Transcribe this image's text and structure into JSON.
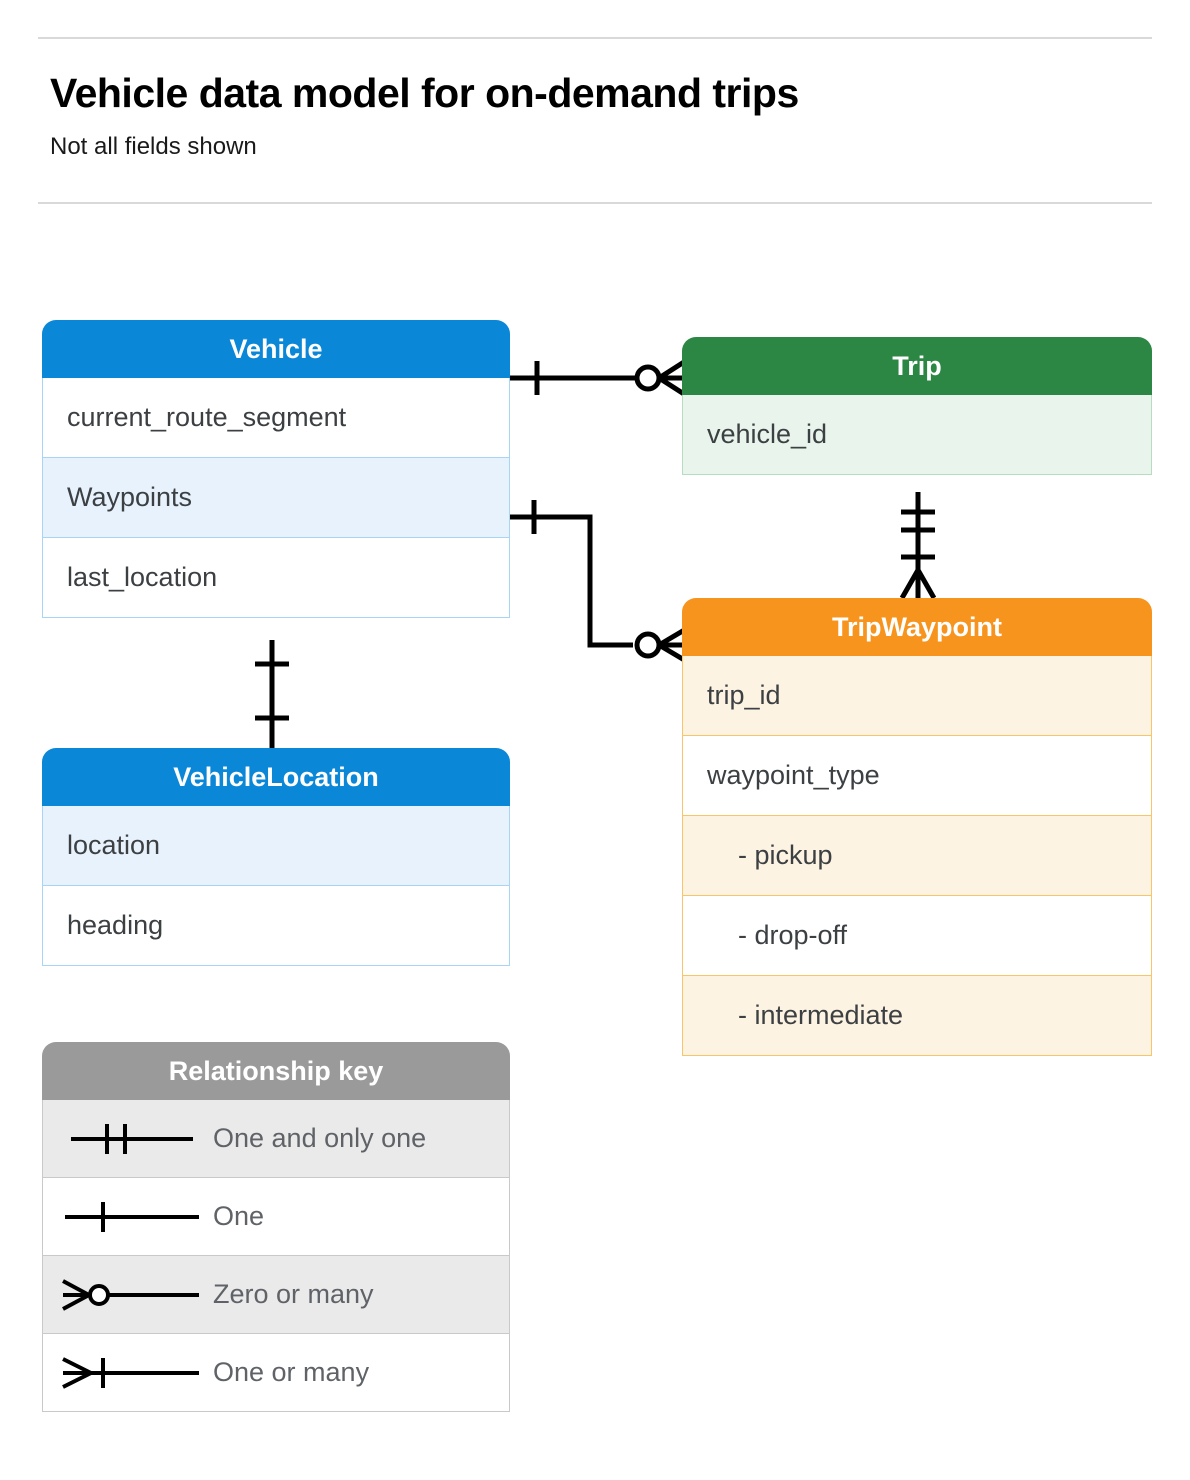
{
  "header": {
    "title": "Vehicle data model for on-demand trips",
    "subtitle": "Not all fields shown"
  },
  "colors": {
    "blue": "#0b87d8",
    "blue_row_shade": "#e8f2fd",
    "blue_border": "#a8d4f5",
    "green": "#2c8644",
    "green_row_shade": "#e9f4ec",
    "green_border": "#b5ddc0",
    "orange": "#f7941e",
    "orange_row_shade": "#fdf3e2",
    "orange_border": "#f9c56a",
    "gray": "#9a9a9a",
    "gray_row_shade": "#eaeaea",
    "line": "#000000"
  },
  "entities": [
    {
      "id": "vehicle",
      "title": "Vehicle",
      "color": "blue",
      "fields": [
        {
          "label": "current_route_segment",
          "shaded": false,
          "nested": false
        },
        {
          "label": "Waypoints",
          "shaded": true,
          "nested": false
        },
        {
          "label": "last_location",
          "shaded": false,
          "nested": false
        }
      ]
    },
    {
      "id": "vehiclelocation",
      "title": "VehicleLocation",
      "color": "blue",
      "fields": [
        {
          "label": "location",
          "shaded": true,
          "nested": false
        },
        {
          "label": "heading",
          "shaded": false,
          "nested": false
        }
      ]
    },
    {
      "id": "trip",
      "title": "Trip",
      "color": "green",
      "fields": [
        {
          "label": "vehicle_id",
          "shaded": true,
          "nested": false
        }
      ]
    },
    {
      "id": "tripwaypoint",
      "title": "TripWaypoint",
      "color": "orange",
      "fields": [
        {
          "label": "trip_id",
          "shaded": true,
          "nested": false
        },
        {
          "label": "waypoint_type",
          "shaded": false,
          "nested": false
        },
        {
          "label": "-  pickup",
          "shaded": true,
          "nested": true
        },
        {
          "label": "-  drop-off",
          "shaded": false,
          "nested": true
        },
        {
          "label": "-  intermediate",
          "shaded": true,
          "nested": true
        }
      ]
    }
  ],
  "legend": {
    "title": "Relationship key",
    "rows": [
      {
        "label": "One and only one",
        "symbol": "one-and-only-one",
        "shaded": true
      },
      {
        "label": "One",
        "symbol": "one",
        "shaded": false
      },
      {
        "label": "Zero or many",
        "symbol": "zero-or-many",
        "shaded": true
      },
      {
        "label": "One or many",
        "symbol": "one-or-many",
        "shaded": false
      }
    ]
  },
  "relationships": [
    {
      "id": "vehicle-to-trip",
      "from": "Vehicle",
      "to": "Trip",
      "from_cardinality": "One",
      "to_cardinality": "Zero or many"
    },
    {
      "id": "vehicle-waypoints-to-tripwaypoint",
      "from": "Vehicle.Waypoints",
      "to": "TripWaypoint",
      "from_cardinality": "One",
      "to_cardinality": "Zero or many"
    },
    {
      "id": "trip-to-tripwaypoint",
      "from": "Trip",
      "to": "TripWaypoint",
      "from_cardinality": "One and only one",
      "to_cardinality": "One or many"
    },
    {
      "id": "vehicle-to-vehiclelocation",
      "from": "Vehicle",
      "to": "VehicleLocation",
      "from_cardinality": "One",
      "to_cardinality": "One"
    }
  ]
}
